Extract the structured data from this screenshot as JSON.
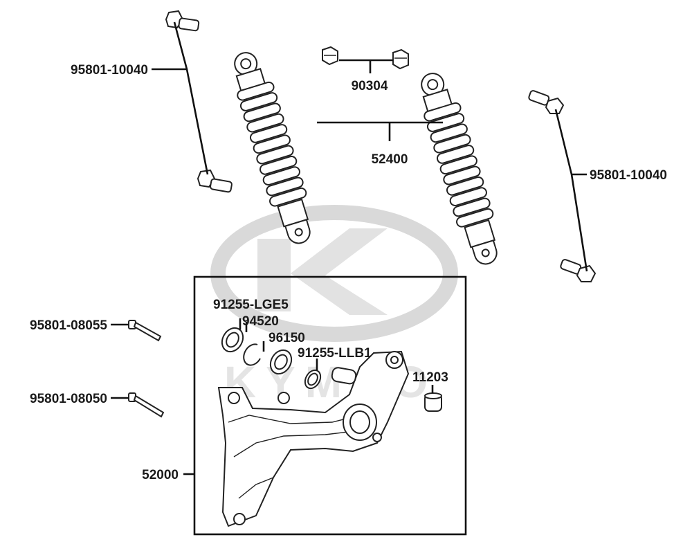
{
  "watermark": {
    "brand_text": "KYMCO",
    "logo_icon": "kymco-logo-icon"
  },
  "parts": {
    "bolt_upper_left": "95801-10040",
    "cap_nut": "90304",
    "shock_absorber": "52400",
    "bolt_right": "95801-10040",
    "bolt_08055": "95801-08055",
    "bolt_08050": "95801-08050",
    "oil_seal": "91255-LGE5",
    "circlip": "94520",
    "bearing": "96150",
    "oil_seal_2": "91255-LLB1",
    "bushing": "11203",
    "swing_arm": "52000"
  }
}
